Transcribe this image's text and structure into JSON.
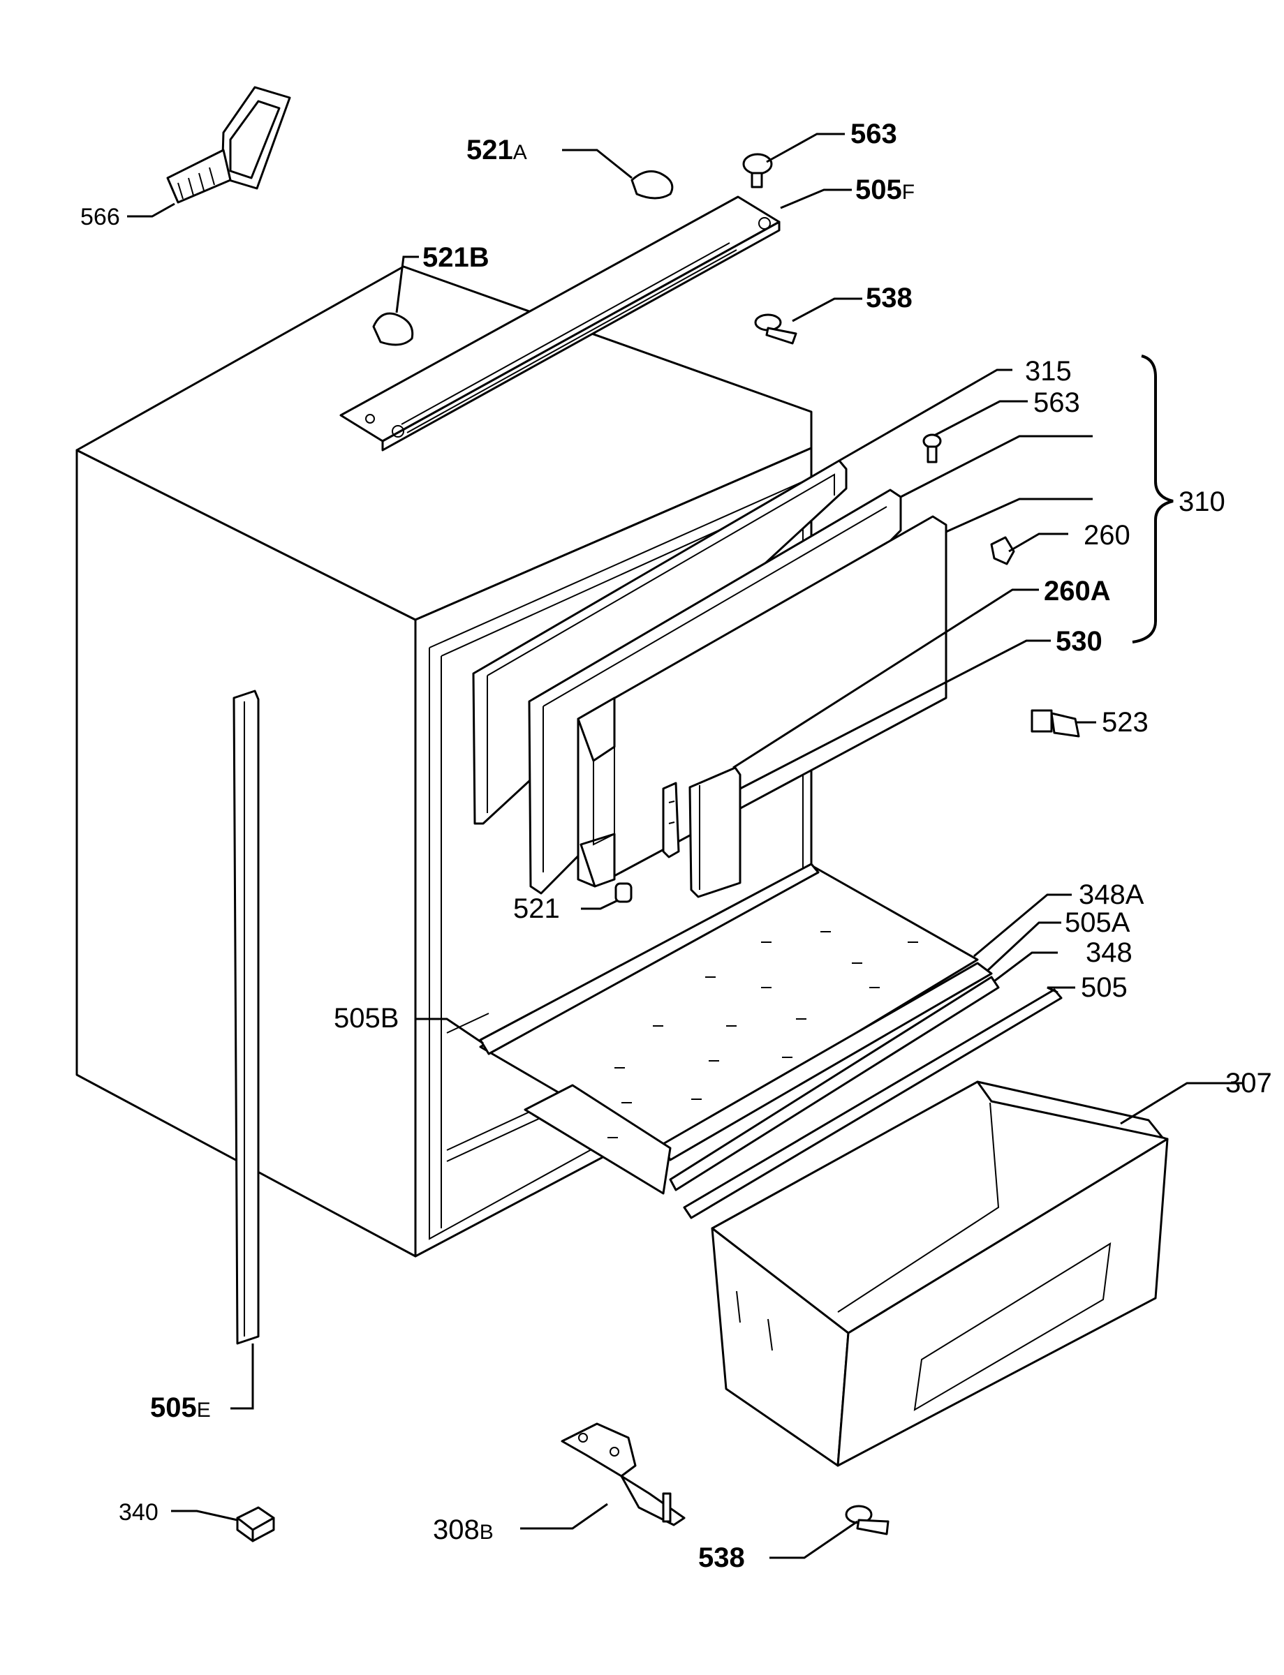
{
  "labels": {
    "p566": "566",
    "p521A_num": "521",
    "p521A_suf": "A",
    "p563_top": "563",
    "p505F_num": "505",
    "p505F_suf": "F",
    "p521B": "521B",
    "p538_top": "538",
    "p315": "315",
    "p563_mid": "563",
    "p310": "310",
    "p260": "260",
    "p260A": "260A",
    "p530": "530",
    "p523": "523",
    "p521": "521",
    "p348A": "348A",
    "p505A": "505A",
    "p348": "348",
    "p505": "505",
    "p505B": "505B",
    "p307": "307",
    "p505E_num": "505",
    "p505E_suf": "E",
    "p340": "340",
    "p308B_num": "308",
    "p308B_suf": "B",
    "p538_bot": "538"
  }
}
